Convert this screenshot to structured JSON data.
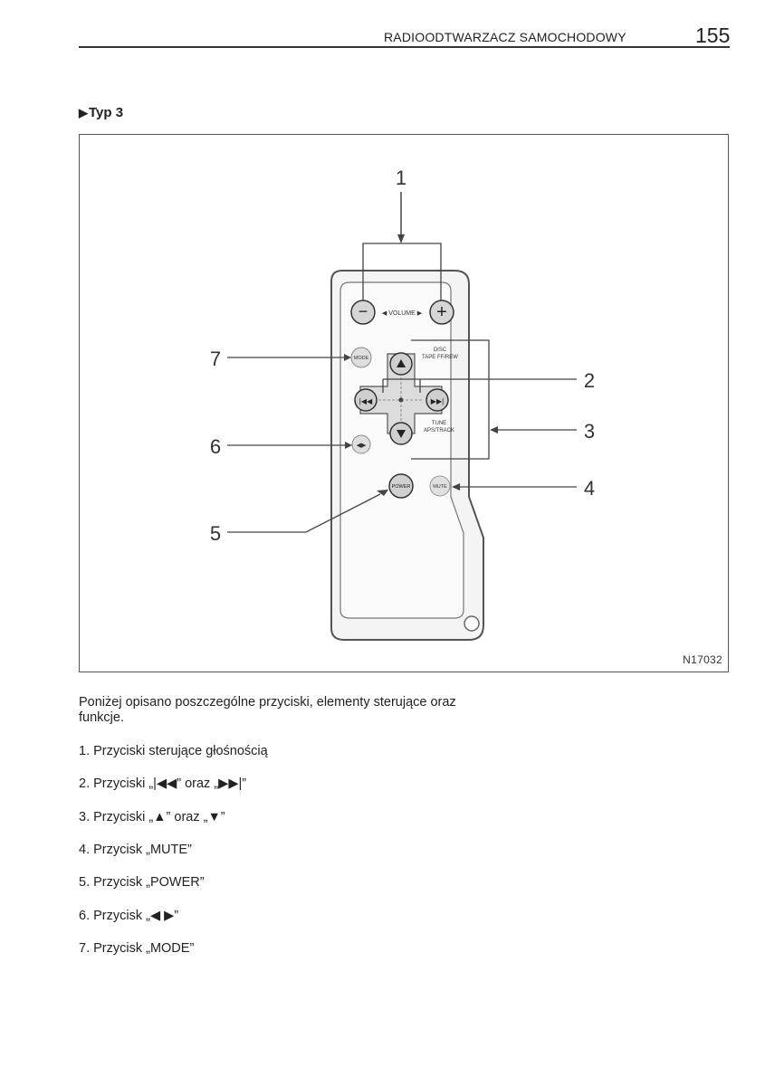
{
  "header": {
    "title": "RADIOODTWARZACZ SAMOCHODOWY",
    "page_number": "155"
  },
  "section": {
    "marker": "▶",
    "title": "Typ 3"
  },
  "figure": {
    "code": "N17032",
    "callouts": [
      "1",
      "2",
      "3",
      "4",
      "5",
      "6",
      "7"
    ],
    "remote_labels": {
      "volume": "◀ VOLUME ▶",
      "mode": "MODE",
      "disc_tape": "DISC",
      "tape_ff_rew": "TAPE FF/REW",
      "tune": "TUNE",
      "aps_track": "APS/TRACK",
      "power": "POWER",
      "mute": "MUTE",
      "minus": "−",
      "plus": "+"
    }
  },
  "intro": "Poniżej opisano poszczególne przyciski, elementy sterujące oraz funkcje.",
  "items": [
    "1. Przyciski sterujące głośnością",
    "2. Przyciski „|◀◀” oraz „▶▶|”",
    "3. Przyciski „▲” oraz „▼”",
    "4. Przycisk „MUTE”",
    "5. Przycisk „POWER”",
    "6. Przycisk „◀ ▶”",
    "7. Przycisk „MODE”"
  ]
}
